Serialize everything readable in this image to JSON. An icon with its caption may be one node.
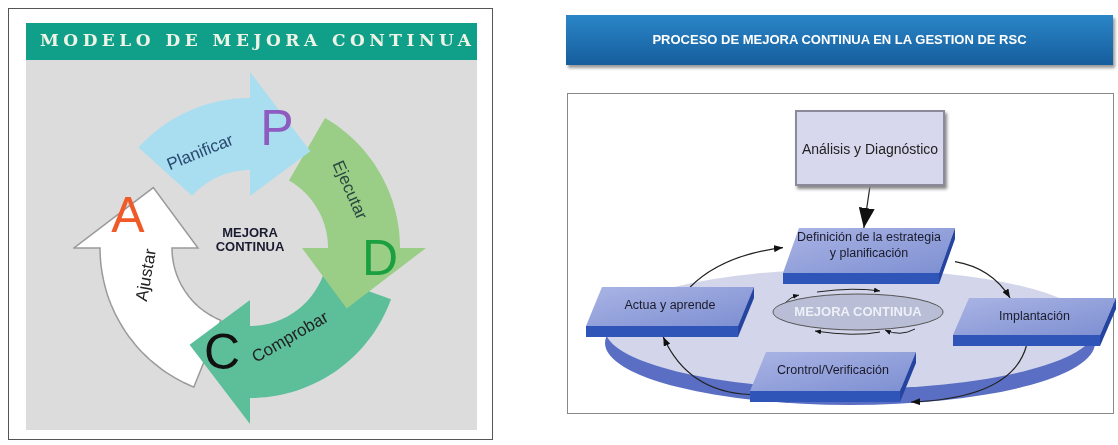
{
  "diagram": {
    "nodes": [
      {
        "text": [
          "MODELO DE MEJORA CONTINUA"
        ]
      },
      {
        "text": [
          "Planificar",
          "P"
        ]
      },
      {
        "text": [
          "Ejecutar",
          "D"
        ]
      },
      {
        "text": [
          "C",
          "Comprobar"
        ]
      },
      {
        "text": [
          "A",
          "Ajustar"
        ]
      },
      {
        "text": [
          "PROCESO DE MEJORA CONTINUA EN LA GESTION DE RSC"
        ]
      },
      {
        "text": [
          "Análisis y Diagnóstico"
        ]
      },
      {
        "text": [
          "Definición de la estrategia y planificación"
        ]
      },
      {
        "text": [
          "Actua y aprende"
        ]
      },
      {
        "text": [
          "MEJORA CONTINUA"
        ]
      },
      {
        "text": [
          "Implantación"
        ]
      },
      {
        "text": [
          "Crontrol/Verificación"
        ]
      }
    ],
    "edges": [
      {
        "from": 6,
        "to": 7,
        "arrow": "to"
      },
      {
        "from": 8,
        "to": 7,
        "arrow": "to"
      },
      {
        "from": 7,
        "to": 10,
        "arrow": "to"
      },
      {
        "from": 10,
        "to": 11,
        "arrow": "to"
      },
      {
        "from": 11,
        "to": 8,
        "arrow": "to"
      }
    ],
    "labels": [
      "MEJORA CONTINUA"
    ]
  }
}
